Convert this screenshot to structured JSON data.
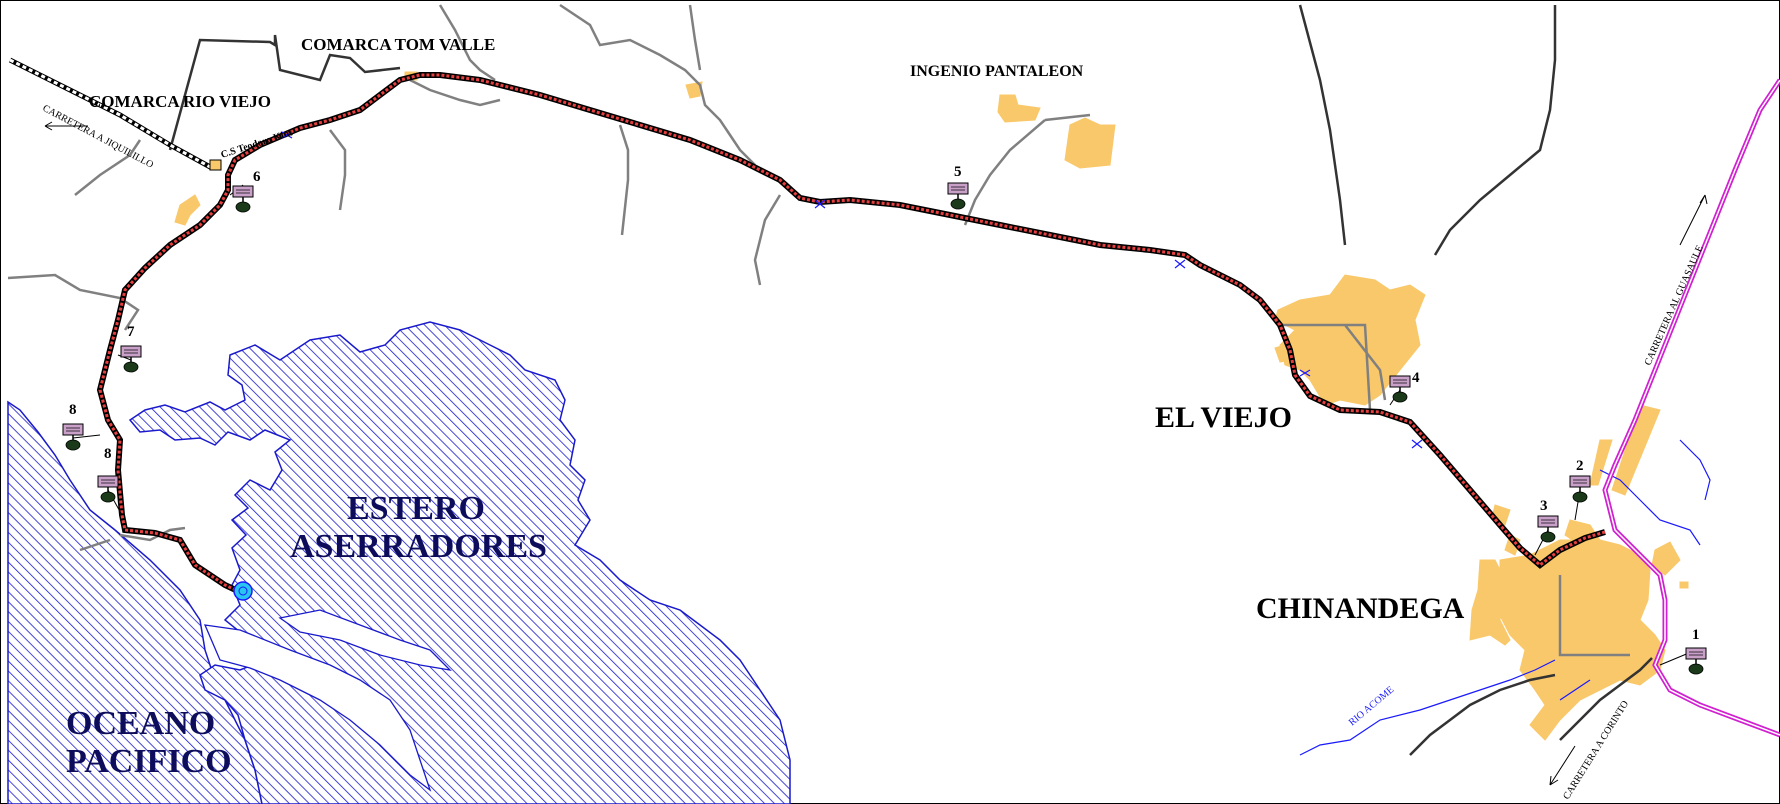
{
  "places": {
    "comarca_tom_valle": "COMARCA TOM VALLE",
    "comarca_rio_viejo": "COMARCA RIO VIEJO",
    "ingenio_pantaleon": "INGENIO PANTALEON",
    "el_viejo": "EL VIEJO",
    "chinandega": "CHINANDEGA",
    "estero_line1": "ESTERO",
    "estero_line2": "ASERRADORES",
    "oceano_line1": "OCEANO",
    "oceano_line2": "PACIFICO",
    "cs_teodoro": "C.S Teodoro Kint"
  },
  "roads": {
    "a_jiquilillo": "CARRETERA A JIQUILILLO",
    "al_guasaule": "CARRETERA AL GUASAULE",
    "a_corinto": "CARRETERA A CORINTO"
  },
  "rivers": {
    "rio_acome": "RIO ACOME"
  },
  "stations": [
    {
      "num": "1"
    },
    {
      "num": "2"
    },
    {
      "num": "3"
    },
    {
      "num": "4"
    },
    {
      "num": "5"
    },
    {
      "num": "6"
    },
    {
      "num": "7"
    },
    {
      "num": "8"
    },
    {
      "num": "8"
    }
  ],
  "colors": {
    "water": "#1a1acc",
    "urban": "#f9c86a",
    "route": "#d42020",
    "highway": "#d020d0",
    "river": "#1a1aff",
    "road": "#808080"
  }
}
